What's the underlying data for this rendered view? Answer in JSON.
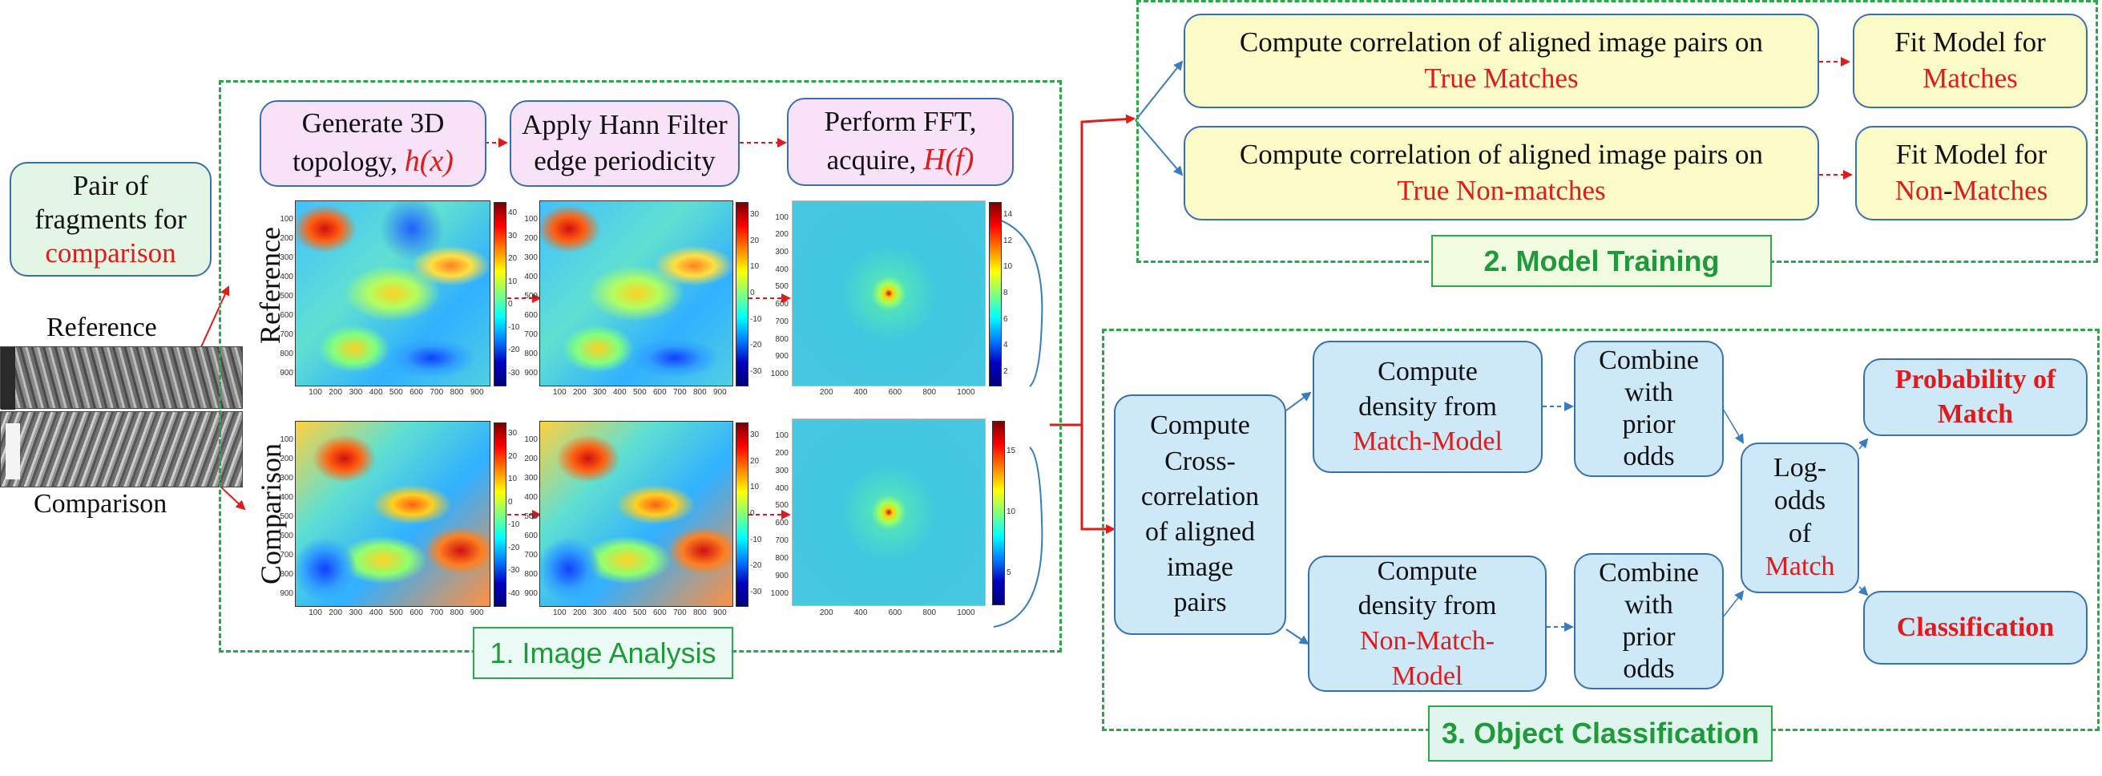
{
  "input": {
    "title_line1": "Pair of",
    "title_line2": "fragments for",
    "title_line3": "comparison",
    "reference_label": "Reference",
    "comparison_label": "Comparison"
  },
  "image_analysis": {
    "section_label": "1. Image Analysis",
    "steps": [
      {
        "line1": "Generate 3D",
        "line2": "topology, ",
        "formula": "h(x)"
      },
      {
        "line1": "Apply Hann Filter",
        "line2": "edge periodicity"
      },
      {
        "line1": "Perform FFT,",
        "line2": "acquire, ",
        "formula": "H(f)"
      }
    ],
    "row_labels": [
      "Reference",
      "Comparison"
    ],
    "y_ticks_topo": [
      "100",
      "200",
      "300",
      "400",
      "500",
      "600",
      "700",
      "800",
      "900"
    ],
    "x_ticks_topo": [
      "100",
      "200",
      "300",
      "400",
      "500",
      "600",
      "700",
      "800",
      "900"
    ],
    "y_ticks_fft": [
      "100",
      "200",
      "300",
      "400",
      "500",
      "600",
      "700",
      "800",
      "900",
      "1000"
    ],
    "x_ticks_fft": [
      "200",
      "400",
      "600",
      "800",
      "1000"
    ],
    "cbar_ticks_ref_topo": [
      "40",
      "30",
      "20",
      "10",
      "0",
      "-10",
      "-20",
      "-30"
    ],
    "cbar_ticks_ref_hann": [
      "30",
      "20",
      "10",
      "0",
      "-10",
      "-20",
      "-30"
    ],
    "cbar_ticks_ref_fft": [
      "14",
      "12",
      "10",
      "8",
      "6",
      "4",
      "2"
    ],
    "cbar_ticks_cmp_topo": [
      "30",
      "20",
      "10",
      "0",
      "-10",
      "-20",
      "-30",
      "-40"
    ],
    "cbar_ticks_cmp_hann": [
      "30",
      "20",
      "10",
      "0",
      "-10",
      "-20",
      "-30"
    ],
    "cbar_ticks_cmp_fft": [
      "15",
      "10",
      "5"
    ]
  },
  "model_training": {
    "section_label": "2. Model Training",
    "match_box": {
      "line1": "Compute correlation of aligned image pairs  on",
      "line2": "True Matches"
    },
    "nonmatch_box": {
      "line1": "Compute correlation of aligned image pairs on",
      "line2": "True Non-matches"
    },
    "fit_match": {
      "line1": "Fit Model for",
      "line2": "Matches"
    },
    "fit_nonmatch": {
      "line1": "Fit Model for",
      "line2_red_a": "Non",
      "line2_black": "-",
      "line2_red_b": "Matches"
    }
  },
  "object_classification": {
    "section_label": "3. Object Classification",
    "cross_corr": [
      "Compute",
      "Cross-",
      "correlation",
      "of aligned",
      "image",
      "pairs"
    ],
    "density_match": {
      "line1": "Compute",
      "line2": "density from",
      "line3": "Match-Model"
    },
    "density_nonmatch": {
      "line1": "Compute",
      "line2": "density from",
      "line3": "Non-Match-",
      "line4": "Model"
    },
    "combine_top": [
      "Combine",
      "with",
      "prior",
      "odds"
    ],
    "combine_bottom": [
      "Combine",
      "with",
      "prior",
      "odds"
    ],
    "log_odds": {
      "line1": "Log-",
      "line2": "odds",
      "line3": "of",
      "line4": "Match"
    },
    "probability": {
      "line1": "Probability of",
      "line2": "Match"
    },
    "classification": "Classification"
  },
  "colors": {
    "dash_green": "#2aa84a",
    "box_border": "#3a6fb0",
    "red_text": "#e11b1b",
    "arrow_red": "#e11b1b",
    "arrow_blue": "#3a7cc0"
  }
}
